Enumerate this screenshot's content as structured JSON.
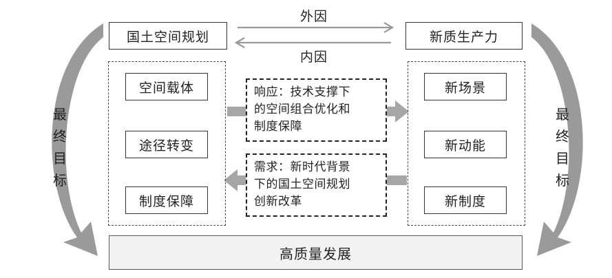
{
  "top": {
    "left_box": "国土空间规划",
    "right_box": "新质生产力",
    "arrow_top_label": "外因",
    "arrow_bottom_label": "内因"
  },
  "left_group": [
    "空间载体",
    "途径转变",
    "制度保障"
  ],
  "right_group": [
    "新场景",
    "新动能",
    "新制度"
  ],
  "center": {
    "response_lines": [
      "响应：技术支撑下",
      "的空间组合优化和",
      "制度保障"
    ],
    "demand_lines": [
      "需求：新时代背景",
      "下的国土空间规划",
      "创新改革"
    ]
  },
  "side": {
    "left_label": "最终目标",
    "right_label": "最终目标"
  },
  "bottom": {
    "label": "高质量发展"
  },
  "colors": {
    "arrow_gray": "#999999",
    "block_arrow": "#a6a6a6",
    "bar_fill": "#f2f2f2"
  }
}
